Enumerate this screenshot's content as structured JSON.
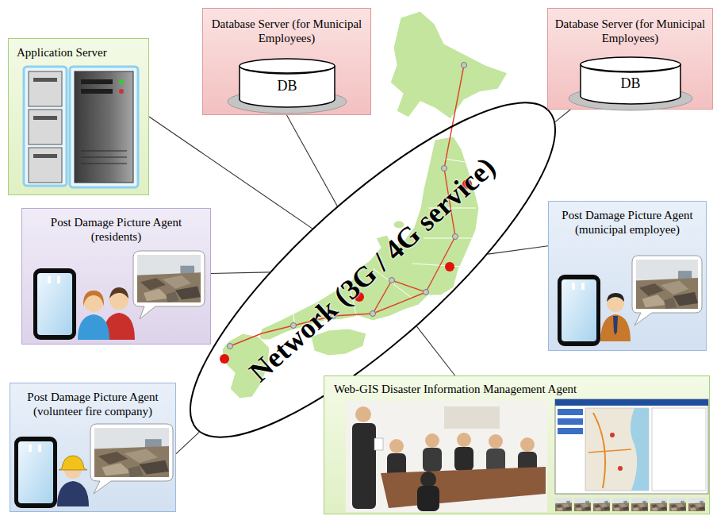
{
  "diagram": {
    "nodes": [
      {
        "text": [
          "Application Server"
        ]
      },
      {
        "text": [
          "Database Server (for Municipal Employees)"
        ]
      },
      {
        "text": [
          "DB"
        ],
        "in": 1
      },
      {
        "text": [
          "Database Server (for Municipal Employees)"
        ]
      },
      {
        "text": [
          "DB"
        ],
        "in": 3
      },
      {
        "text": [
          "Post Damage Picture Agent (residents)"
        ]
      },
      {
        "text": [
          "Post Damage Picture Agent (municipal employee)"
        ]
      },
      {
        "text": [
          "Network (3G / 4G service)"
        ]
      },
      {
        "text": [
          "Post Damage Picture Agent (volunteer fire company)"
        ]
      },
      {
        "text": [
          "Web-GIS Disaster Information Management Agent"
        ]
      }
    ],
    "edges": [
      {
        "from": 0,
        "to": 7,
        "arrow": "none"
      },
      {
        "from": 1,
        "to": 7,
        "arrow": "none"
      },
      {
        "from": 3,
        "to": 7,
        "arrow": "none"
      },
      {
        "from": 5,
        "to": 7,
        "arrow": "none"
      },
      {
        "from": 6,
        "to": 7,
        "arrow": "none"
      },
      {
        "from": 8,
        "to": 7,
        "arrow": "none"
      },
      {
        "from": 9,
        "to": 7,
        "arrow": "none"
      }
    ]
  }
}
